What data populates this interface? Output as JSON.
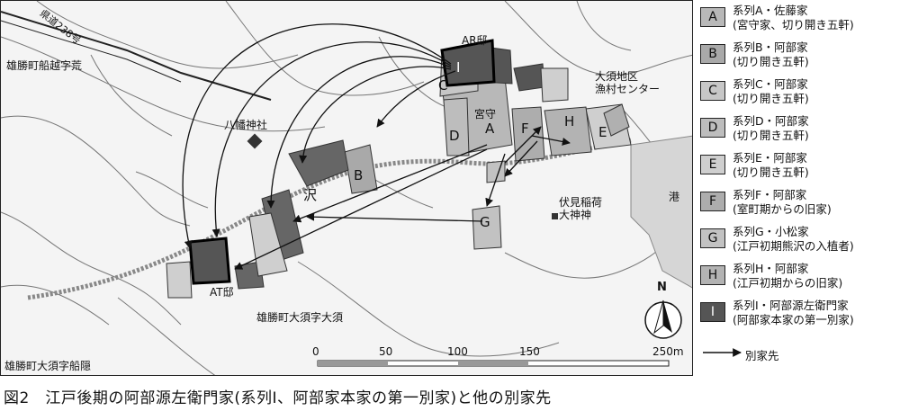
{
  "map": {
    "place_labels": {
      "ar_residence": "AR邸",
      "at_residence": "AT邸",
      "hachiman_shrine": "八幡神社",
      "miyamori": "宮守",
      "sawa": "沢",
      "oosu_center": "大須地区\n漁村センター",
      "fushimi_inari": "伏見稲荷\n大神神",
      "port": "港",
      "funakoshi": "雄勝町船越字荒",
      "oosu_oosu": "雄勝町大須字大須",
      "oosu_funakakure": "雄勝町大須字船隠",
      "road_label": "県道238号"
    },
    "lot_letters": [
      "A",
      "B",
      "C",
      "D",
      "E",
      "F",
      "G",
      "H",
      "I"
    ],
    "scale": {
      "ticks": [
        "0",
        "50",
        "100",
        "150",
        "250m"
      ]
    },
    "north_label": "N"
  },
  "legend": {
    "items": [
      {
        "key": "A",
        "line1": "系列A・佐藤家",
        "line2": "(宮守家、切り開き五軒)",
        "fill": "#b8b8b8",
        "text": "#111"
      },
      {
        "key": "B",
        "line1": "系列B・阿部家",
        "line2": "(切り開き五軒)",
        "fill": "#a9a9a9",
        "text": "#111"
      },
      {
        "key": "C",
        "line1": "系列C・阿部家",
        "line2": "(切り開き五軒)",
        "fill": "#c7c7c7",
        "text": "#111"
      },
      {
        "key": "D",
        "line1": "系列D・阿部家",
        "line2": "(切り開き五軒)",
        "fill": "#bdbdbd",
        "text": "#111"
      },
      {
        "key": "E",
        "line1": "系列E・阿部家",
        "line2": "(切り開き五軒)",
        "fill": "#cfcfcf",
        "text": "#111"
      },
      {
        "key": "F",
        "line1": "系列F・阿部家",
        "line2": "(室町期からの旧家)",
        "fill": "#adadad",
        "text": "#111"
      },
      {
        "key": "G",
        "line1": "系列G・小松家",
        "line2": "(江戸初期熊沢の入植者)",
        "fill": "#c2c2c2",
        "text": "#111"
      },
      {
        "key": "H",
        "line1": "系列H・阿部家",
        "line2": "(江戸初期からの旧家)",
        "fill": "#b3b3b3",
        "text": "#111"
      },
      {
        "key": "I",
        "line1": "系列I・阿部源左衛門家",
        "line2": "(阿部家本家の第一別家)",
        "fill": "#555555",
        "text": "#fff"
      }
    ],
    "arrow_label": "別家先"
  },
  "caption": "図2　江戸後期の阿部源左衛門家(系列I、阿部家本家の第一別家)と他の別家先"
}
